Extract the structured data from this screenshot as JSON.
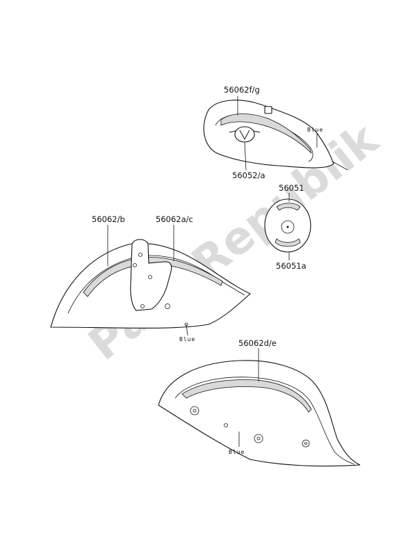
{
  "watermark": "PartsRepublik",
  "parts": {
    "tank_stripe": "56062f/g",
    "tank_emblem": "56052/a",
    "tank_color": "Blue",
    "emblem_top": "56051",
    "emblem_bottom": "56051a",
    "front_fender_stripe_left": "56062/b",
    "front_fender_stripe_right": "56062a/c",
    "front_fender_color": "Blue",
    "rear_fender_stripe": "56062d/e",
    "rear_fender_color": "Blue"
  }
}
